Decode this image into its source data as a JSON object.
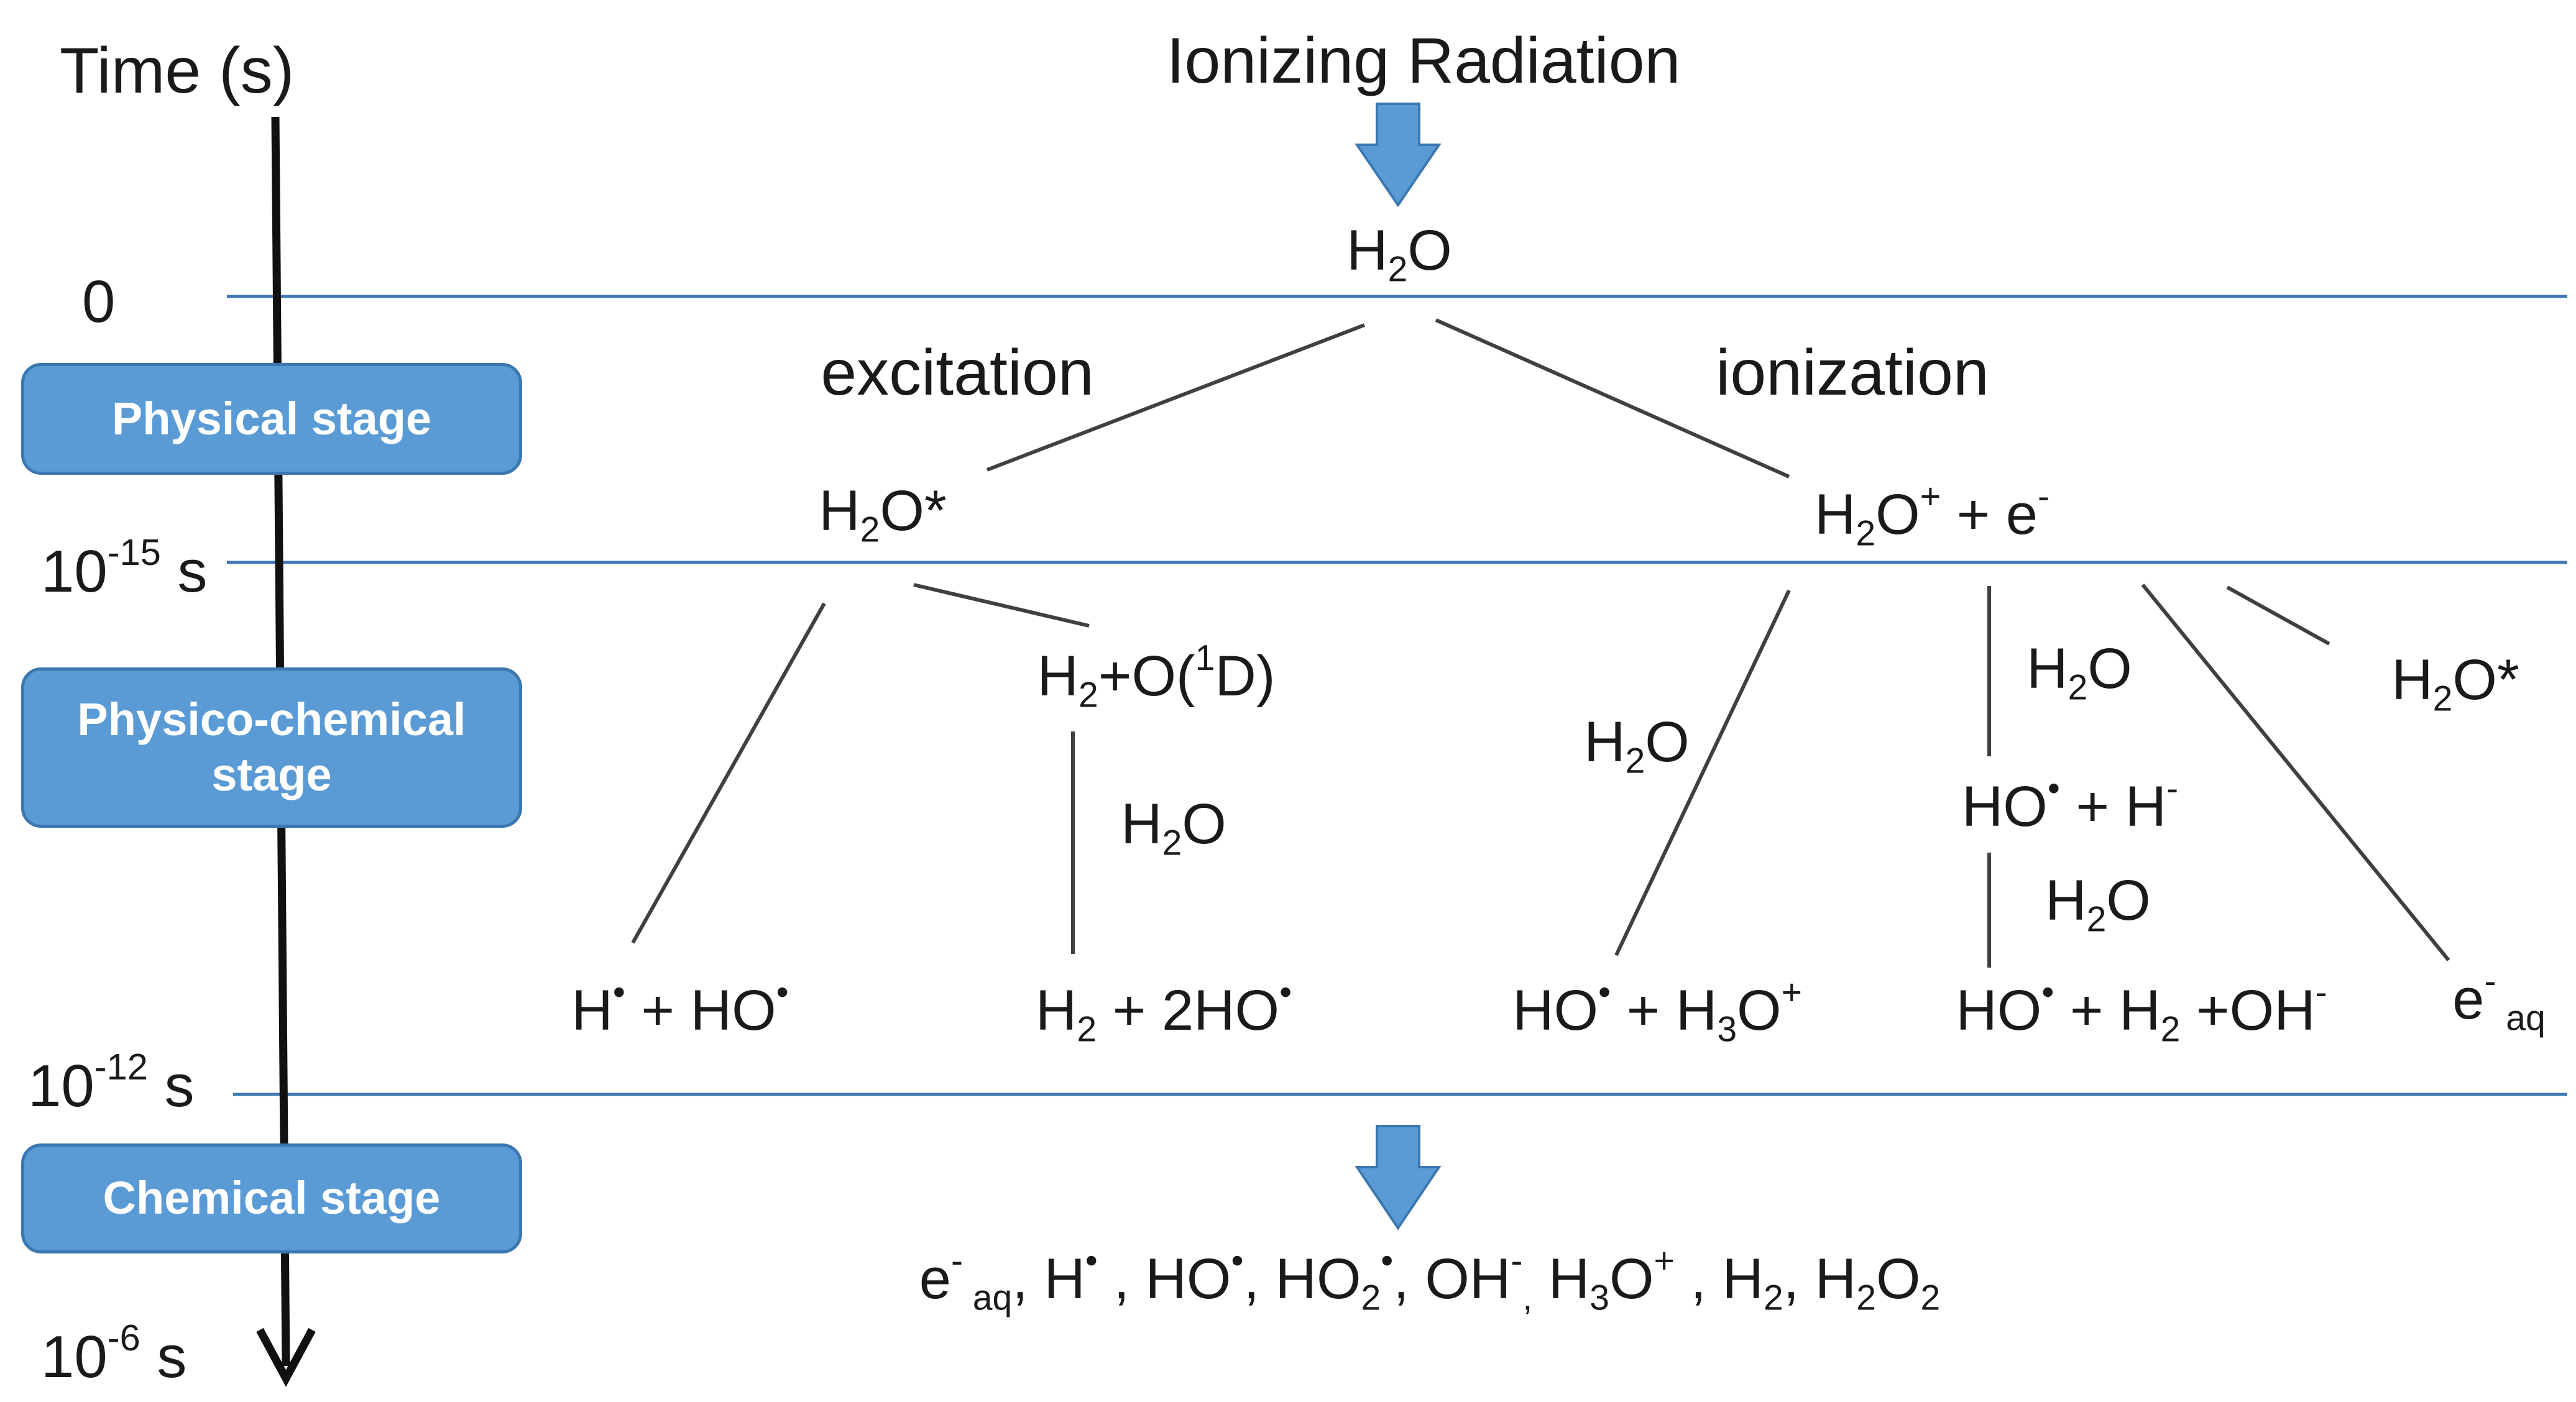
{
  "timeline": {
    "title": "Time (s)",
    "ticks": [
      "0",
      "10",
      "-15",
      "s",
      "10",
      "-12",
      "s",
      "10",
      "-6",
      "s"
    ]
  },
  "stages": {
    "physical": "Physical stage",
    "physico_chemical": "Physico-chemical\nstage",
    "chemical": "Chemical stage"
  },
  "source": "Ionizing Radiation",
  "colors": {
    "stage_fill": "#5a9bd5",
    "stage_border": "#3b77b0",
    "separator_line": "#3f78b4",
    "arrow_gray": "#404040",
    "big_arrow": "#5a9bd5"
  },
  "labels": {
    "excitation": "excitation",
    "ionization": "ionization",
    "t": [
      "H",
      "2",
      "O",
      "H",
      "2",
      "O*",
      "H",
      "2",
      "O",
      "+",
      " + e",
      "-",
      "H",
      "2",
      "+O(",
      "1",
      "D)",
      "H",
      "2",
      "O",
      "H",
      "2",
      "O",
      "H",
      "2",
      "O*",
      "H",
      "2",
      "O",
      "HO",
      "•",
      " + H",
      "-",
      "H",
      "2",
      "O",
      "H",
      "•",
      " + HO",
      "•",
      "H",
      "2",
      " + 2HO",
      "•",
      "HO",
      "•",
      " + H",
      "3",
      "O",
      "+",
      "HO",
      "•",
      " + H",
      "2",
      " +OH",
      "-",
      "e",
      "-",
      " aq",
      "e",
      "-",
      " aq",
      ", H",
      "•",
      " , HO",
      "•",
      ", HO",
      "2",
      "•",
      ", OH",
      "-",
      ",",
      " H",
      "3",
      "O",
      "+",
      " , H",
      "2",
      ", H",
      "2",
      "O",
      "2"
    ]
  }
}
